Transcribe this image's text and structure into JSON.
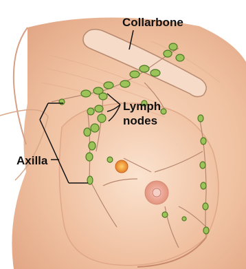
{
  "labels": {
    "collarbone": "Collarbone",
    "lymph_line1": "Lymph",
    "lymph_line2": "nodes",
    "axilla": "Axilla"
  },
  "colors": {
    "skin": "#f3c7a8",
    "skin_shadow": "#d99e80",
    "node": "#9cc25a",
    "node_outline": "#4e7a23",
    "bone": "#f5dcc6",
    "vessel": "#c89078",
    "tumor": "#f1a63c",
    "nipple": "#e8998a"
  }
}
